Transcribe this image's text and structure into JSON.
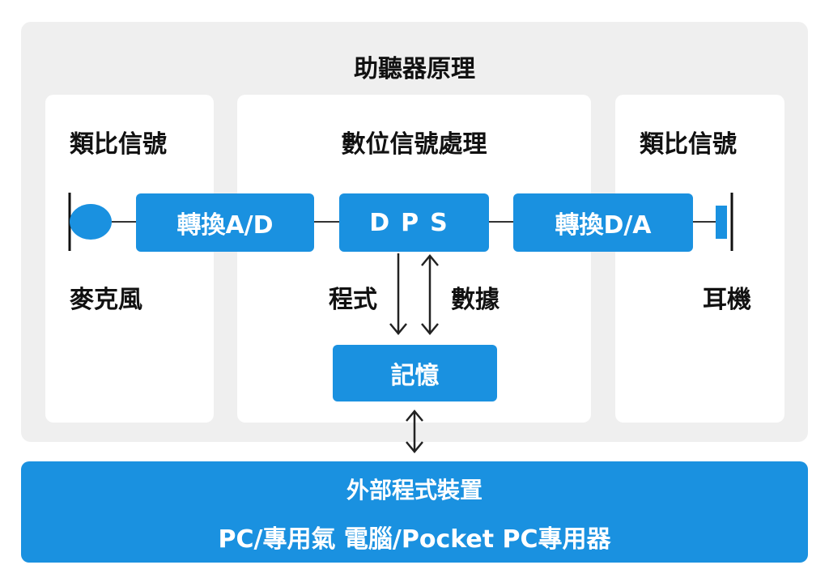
{
  "title": "助聽器原理",
  "sections": {
    "left": "類比信號",
    "middle": "數位信號處理",
    "right": "類比信號"
  },
  "blocks": {
    "ad": "轉換A/D",
    "dps": "DPS",
    "da": "轉換D/A",
    "memory": "記憶"
  },
  "labels": {
    "microphone": "麥克風",
    "program": "程式",
    "data": "數據",
    "earphone": "耳機"
  },
  "external": {
    "line1": "外部程式裝置",
    "line2": "PC/專用氣 電腦/Pocket PC專用器"
  },
  "colors": {
    "accent": "#1a91e0",
    "panel_bg": "#efefef",
    "text": "#111111"
  }
}
